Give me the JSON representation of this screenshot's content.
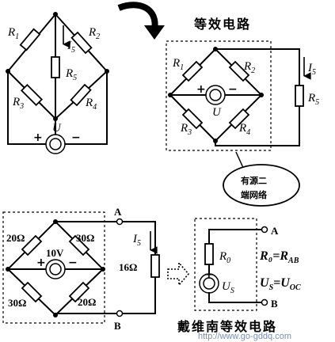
{
  "circuit1": {
    "labels": {
      "r1": "R",
      "r1s": "1",
      "r2": "R",
      "r2s": "2",
      "r3": "R",
      "r3s": "3",
      "r4": "R",
      "r4s": "4",
      "r5": "R",
      "r5s": "5",
      "i5": "I",
      "i5s": "5",
      "u": "U"
    }
  },
  "circuit2": {
    "title": "等效电路",
    "labels": {
      "r1": "R",
      "r1s": "1",
      "r2": "R",
      "r2s": "2",
      "r3": "R",
      "r3s": "3",
      "r4": "R",
      "r4s": "4",
      "r5": "R",
      "r5s": "5",
      "i5": "I",
      "i5s": "5",
      "u": "U"
    },
    "bubble_line1": "有源二",
    "bubble_line2": "端网络"
  },
  "circuit3": {
    "r_tl": "20Ω",
    "r_tr": "30Ω",
    "r_bl": "30Ω",
    "r_br": "20Ω",
    "source": "10V",
    "r_load": "16Ω",
    "i5": "I",
    "i5s": "5",
    "term_a": "A",
    "term_b": "B"
  },
  "circuit4": {
    "r0": "R",
    "r0s": "0",
    "us": "U",
    "uss": "S",
    "term_a": "A",
    "term_b": "B",
    "eq1": "R₀=R",
    "eq1s": "AB",
    "eq2": "U",
    "eq2s": "S",
    "eq2b": "=U",
    "eq2c": "OC",
    "caption": "戴维南等效电路"
  },
  "watermark": "http://www.go-gddq.com"
}
